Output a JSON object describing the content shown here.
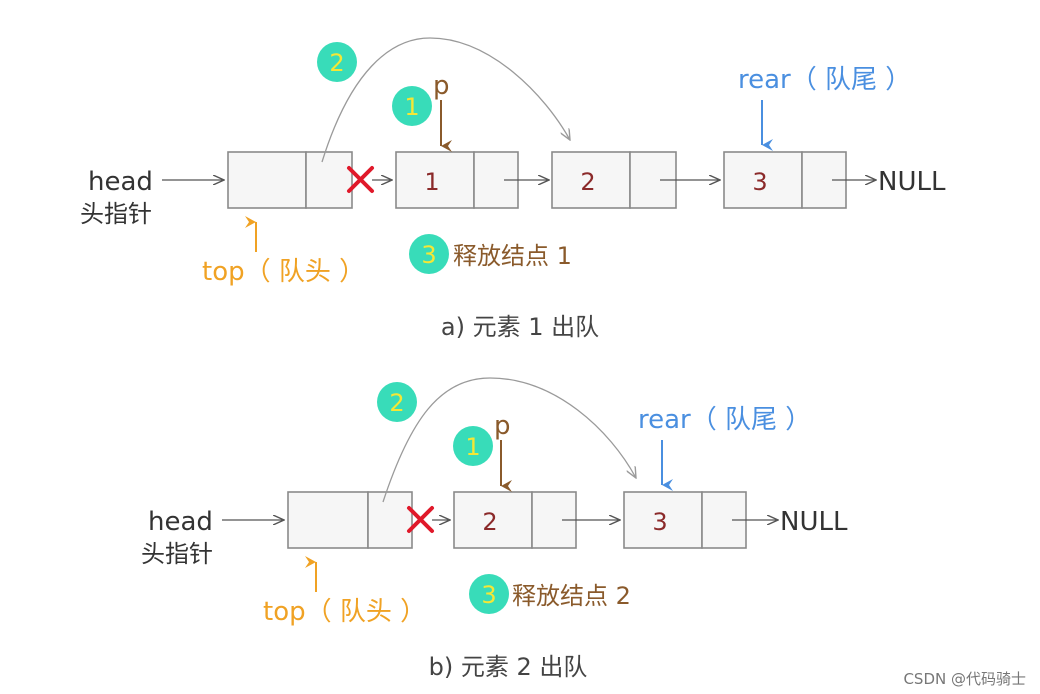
{
  "diagram_a": {
    "head": "head",
    "head_cn": "头指针",
    "node1": "1",
    "node2": "2",
    "node3": "3",
    "null": "NULL",
    "p": "p",
    "rear": "rear（ 队尾 ）",
    "top": "top（ 队头 ）",
    "step1": "1",
    "step2": "2",
    "step3": "3",
    "free": "释放结点 1",
    "caption": "a) 元素 1 出队"
  },
  "diagram_b": {
    "head": "head",
    "head_cn": "头指针",
    "node2": "2",
    "node3": "3",
    "null": "NULL",
    "p": "p",
    "rear": "rear（ 队尾 ）",
    "top": "top（ 队头 ）",
    "step1": "1",
    "step2": "2",
    "step3": "3",
    "free": "释放结点 2",
    "caption": "b) 元素 2 出队"
  },
  "watermark": "CSDN @代码骑士",
  "colors": {
    "node_fill": "#f6f6f6",
    "value_text": "#8b2a2a",
    "top_pointer": "#f0a224",
    "rear_pointer": "#4a8fe0",
    "p_pointer": "#8a5a2b",
    "step_circle": "#38dcb9",
    "cross": "#e0192a"
  },
  "icons": [
    "step-circle-icon",
    "cross-icon",
    "arrow-icon"
  ]
}
